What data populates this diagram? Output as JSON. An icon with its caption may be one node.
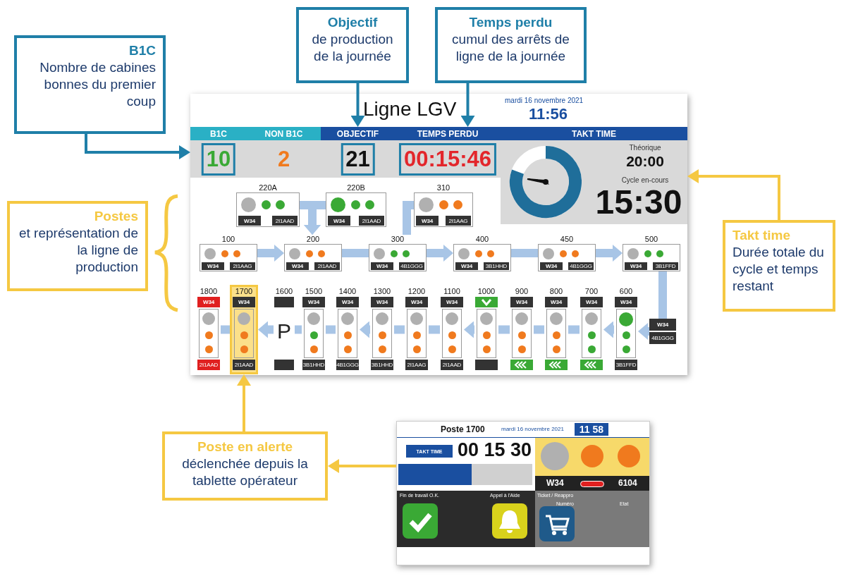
{
  "diagram": {
    "nodes": [
      {
        "text": [
          "B1C",
          "Nombre de cabines bonnes du premier coup"
        ]
      },
      {
        "text": [
          "Objectif",
          "de production de la journée"
        ]
      },
      {
        "text": [
          "Temps perdu",
          "cumul des arrêts de ligne de la journée"
        ]
      },
      {
        "text": [
          "Ligne LGV",
          "mardi 16 novembre 2021",
          "11:56"
        ]
      },
      {
        "text": [
          "B1C",
          "10"
        ],
        "in": 3
      },
      {
        "text": [
          "NON B1C",
          "2"
        ],
        "in": 3
      },
      {
        "text": [
          "OBJECTIF",
          "21"
        ],
        "in": 3
      },
      {
        "text": [
          "TEMPS PERDU",
          "00:15:46"
        ],
        "in": 3
      },
      {
        "text": [
          "TAKT TIME",
          "Théorique",
          "20:00",
          "Cycle en-cours",
          "15:30"
        ],
        "in": 3
      },
      {
        "text": [
          "220A",
          "W34",
          "2I1AAD"
        ],
        "in": 3
      },
      {
        "text": [
          "220B",
          "W34",
          "2I1AAD"
        ],
        "in": 3
      },
      {
        "text": [
          "310",
          "W34",
          "2I1AAG"
        ],
        "in": 3
      },
      {
        "text": [
          "100",
          "W34",
          "2I1AAG"
        ],
        "in": 3
      },
      {
        "text": [
          "200",
          "W34",
          "2I1AAD"
        ],
        "in": 3
      },
      {
        "text": [
          "300",
          "W34",
          "4B1GGG"
        ],
        "in": 3
      },
      {
        "text": [
          "400",
          "W34",
          "3B1HHD"
        ],
        "in": 3
      },
      {
        "text": [
          "450",
          "W34",
          "4B1GGG"
        ],
        "in": 3
      },
      {
        "text": [
          "500",
          "W34",
          "3B1FFD"
        ],
        "in": 3
      },
      {
        "text": [
          "1800",
          "W34",
          "2I1AAD"
        ],
        "in": 3
      },
      {
        "text": [
          "1700",
          "W34",
          "2I1AAD"
        ],
        "in": 3
      },
      {
        "text": [
          "1600",
          "P"
        ],
        "in": 3
      },
      {
        "text": [
          "1500",
          "W34",
          "3B1HHD"
        ],
        "in": 3
      },
      {
        "text": [
          "1400",
          "W34",
          "4B1GGG"
        ],
        "in": 3
      },
      {
        "text": [
          "1300",
          "W34",
          "3B1HHD"
        ],
        "in": 3
      },
      {
        "text": [
          "1200",
          "W34",
          "2I1AAG"
        ],
        "in": 3
      },
      {
        "text": [
          "1100",
          "W34",
          "2I1AAD"
        ],
        "in": 3
      },
      {
        "text": [
          "1000"
        ],
        "in": 3
      },
      {
        "text": [
          "900",
          "W34"
        ],
        "in": 3
      },
      {
        "text": [
          "800",
          "W34"
        ],
        "in": 3
      },
      {
        "text": [
          "700",
          "W34"
        ],
        "in": 3
      },
      {
        "text": [
          "600",
          "W34",
          "3B1FFD"
        ],
        "in": 3
      },
      {
        "text": [
          "W34",
          "4B1GGG"
        ],
        "in": 3
      },
      {
        "text": [
          "Postes",
          "et représentation de la ligne de production"
        ]
      },
      {
        "text": [
          "Takt time",
          "Durée totale du cycle et temps restant"
        ]
      },
      {
        "text": [
          "Poste en alerte",
          "déclenchée depuis la tablette opérateur"
        ]
      },
      {
        "text": [
          "Poste 1700",
          "mardi 16 novembre 2021",
          "11 58",
          "TAKT TIME",
          "00 15 30",
          "W34",
          "6104",
          "Fin de travail O.K.",
          "Appel à l'Aide",
          "Ticket / Reappro",
          "Numéro",
          "Etat"
        ]
      }
    ],
    "edges": [
      {
        "from": 0,
        "to": 4,
        "arrow": "to",
        "color": "#1f7fa8"
      },
      {
        "from": 1,
        "to": 6,
        "arrow": "to",
        "color": "#1f7fa8"
      },
      {
        "from": 2,
        "to": 7,
        "arrow": "to",
        "color": "#1f7fa8"
      },
      {
        "from": 33,
        "to": 8,
        "arrow": "to",
        "color": "#f5c842"
      },
      {
        "from": 34,
        "to": 19,
        "arrow": "to",
        "color": "#f5c842"
      },
      {
        "from": 35,
        "to": 34,
        "arrow": "to",
        "color": "#f5c842"
      },
      {
        "from": 9,
        "to": 13,
        "arrow": "to"
      },
      {
        "from": 10,
        "to": 13,
        "arrow": "to"
      },
      {
        "from": 12,
        "to": 13,
        "arrow": "to"
      },
      {
        "from": 13,
        "to": 14,
        "arrow": "none"
      },
      {
        "from": 14,
        "to": 15,
        "arrow": "to"
      },
      {
        "from": 11,
        "to": 14,
        "arrow": "none"
      },
      {
        "from": 15,
        "to": 16,
        "arrow": "none"
      },
      {
        "from": 16,
        "to": 17,
        "arrow": "to"
      },
      {
        "from": 17,
        "to": 31,
        "arrow": "none"
      },
      {
        "from": 31,
        "to": 30,
        "arrow": "to"
      },
      {
        "from": 30,
        "to": 29,
        "arrow": "to"
      },
      {
        "from": 29,
        "to": 28,
        "arrow": "none"
      },
      {
        "from": 28,
        "to": 27,
        "arrow": "none"
      },
      {
        "from": 27,
        "to": 26,
        "arrow": "none"
      },
      {
        "from": 26,
        "to": 25,
        "arrow": "to"
      },
      {
        "from": 25,
        "to": 24,
        "arrow": "none"
      },
      {
        "from": 24,
        "to": 23,
        "arrow": "none"
      },
      {
        "from": 23,
        "to": 22,
        "arrow": "to"
      },
      {
        "from": 22,
        "to": 21,
        "arrow": "none"
      },
      {
        "from": 21,
        "to": 20,
        "arrow": "none"
      },
      {
        "from": 20,
        "to": 19,
        "arrow": "to"
      },
      {
        "from": 19,
        "to": 18,
        "arrow": "none"
      }
    ]
  }
}
